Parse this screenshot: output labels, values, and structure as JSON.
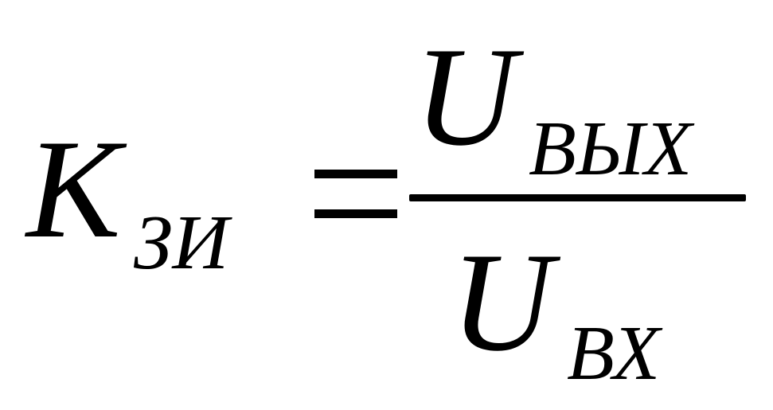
{
  "formula": {
    "lhs": {
      "symbol": "K",
      "subscript": "ЗИ"
    },
    "operator": "=",
    "numerator": {
      "symbol": "U",
      "subscript": "ВЫХ"
    },
    "denominator": {
      "symbol": "U",
      "subscript": "ВХ"
    }
  },
  "colors": {
    "background": "#ffffff",
    "ink": "#000000"
  }
}
